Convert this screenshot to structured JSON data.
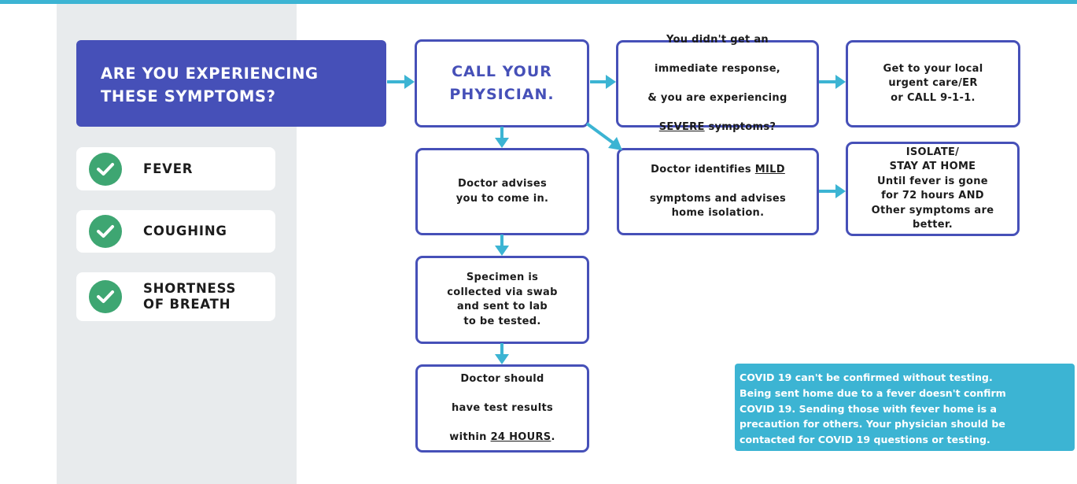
{
  "header": {
    "title": "ARE YOU EXPERIENCING\nTHESE SYMPTOMS?"
  },
  "symptoms": [
    {
      "label": "FEVER"
    },
    {
      "label": "COUGHING"
    },
    {
      "label": "SHORTNESS\nOF BREATH"
    }
  ],
  "flow": {
    "call_physician": "CALL YOUR\nPHYSICIAN.",
    "no_response": {
      "line1": "You didn't get an",
      "line2": "immediate response,",
      "line3": "& you are experiencing",
      "severe": "SEVERE",
      "line4_rest": " symptoms?"
    },
    "urgent_care": "Get to your local\nurgent care/ER\nor CALL 9-1-1.",
    "doctor_advises": "Doctor advises\nyou to come in.",
    "mild": {
      "prefix": "Doctor identifies ",
      "mild_word": "MILD",
      "rest": "symptoms and advises\nhome isolation."
    },
    "isolate": "ISOLATE/\nSTAY AT HOME\nUntil fever is gone\nfor 72 hours AND\nOther symptoms are\nbetter.",
    "specimen": "Specimen is\ncollected via swab\nand sent to lab\nto be tested.",
    "results": {
      "line1": "Doctor should",
      "line2": "have test results",
      "prefix": "within ",
      "hours": "24 HOURS",
      "suffix": "."
    }
  },
  "note": {
    "text": "COVID 19 can't be confirmed without testing.\nBeing sent home due to a fever doesn't confirm\nCOVID 19.  Sending those with fever home is a\nprecaution for others.  Your physician should be\ncontacted for COVID 19  questions or testing."
  },
  "colors": {
    "accent_blue": "#4650b8",
    "cyan": "#3cb4d3",
    "check_green": "#3ea672",
    "panel_gray": "#e8ebed"
  }
}
